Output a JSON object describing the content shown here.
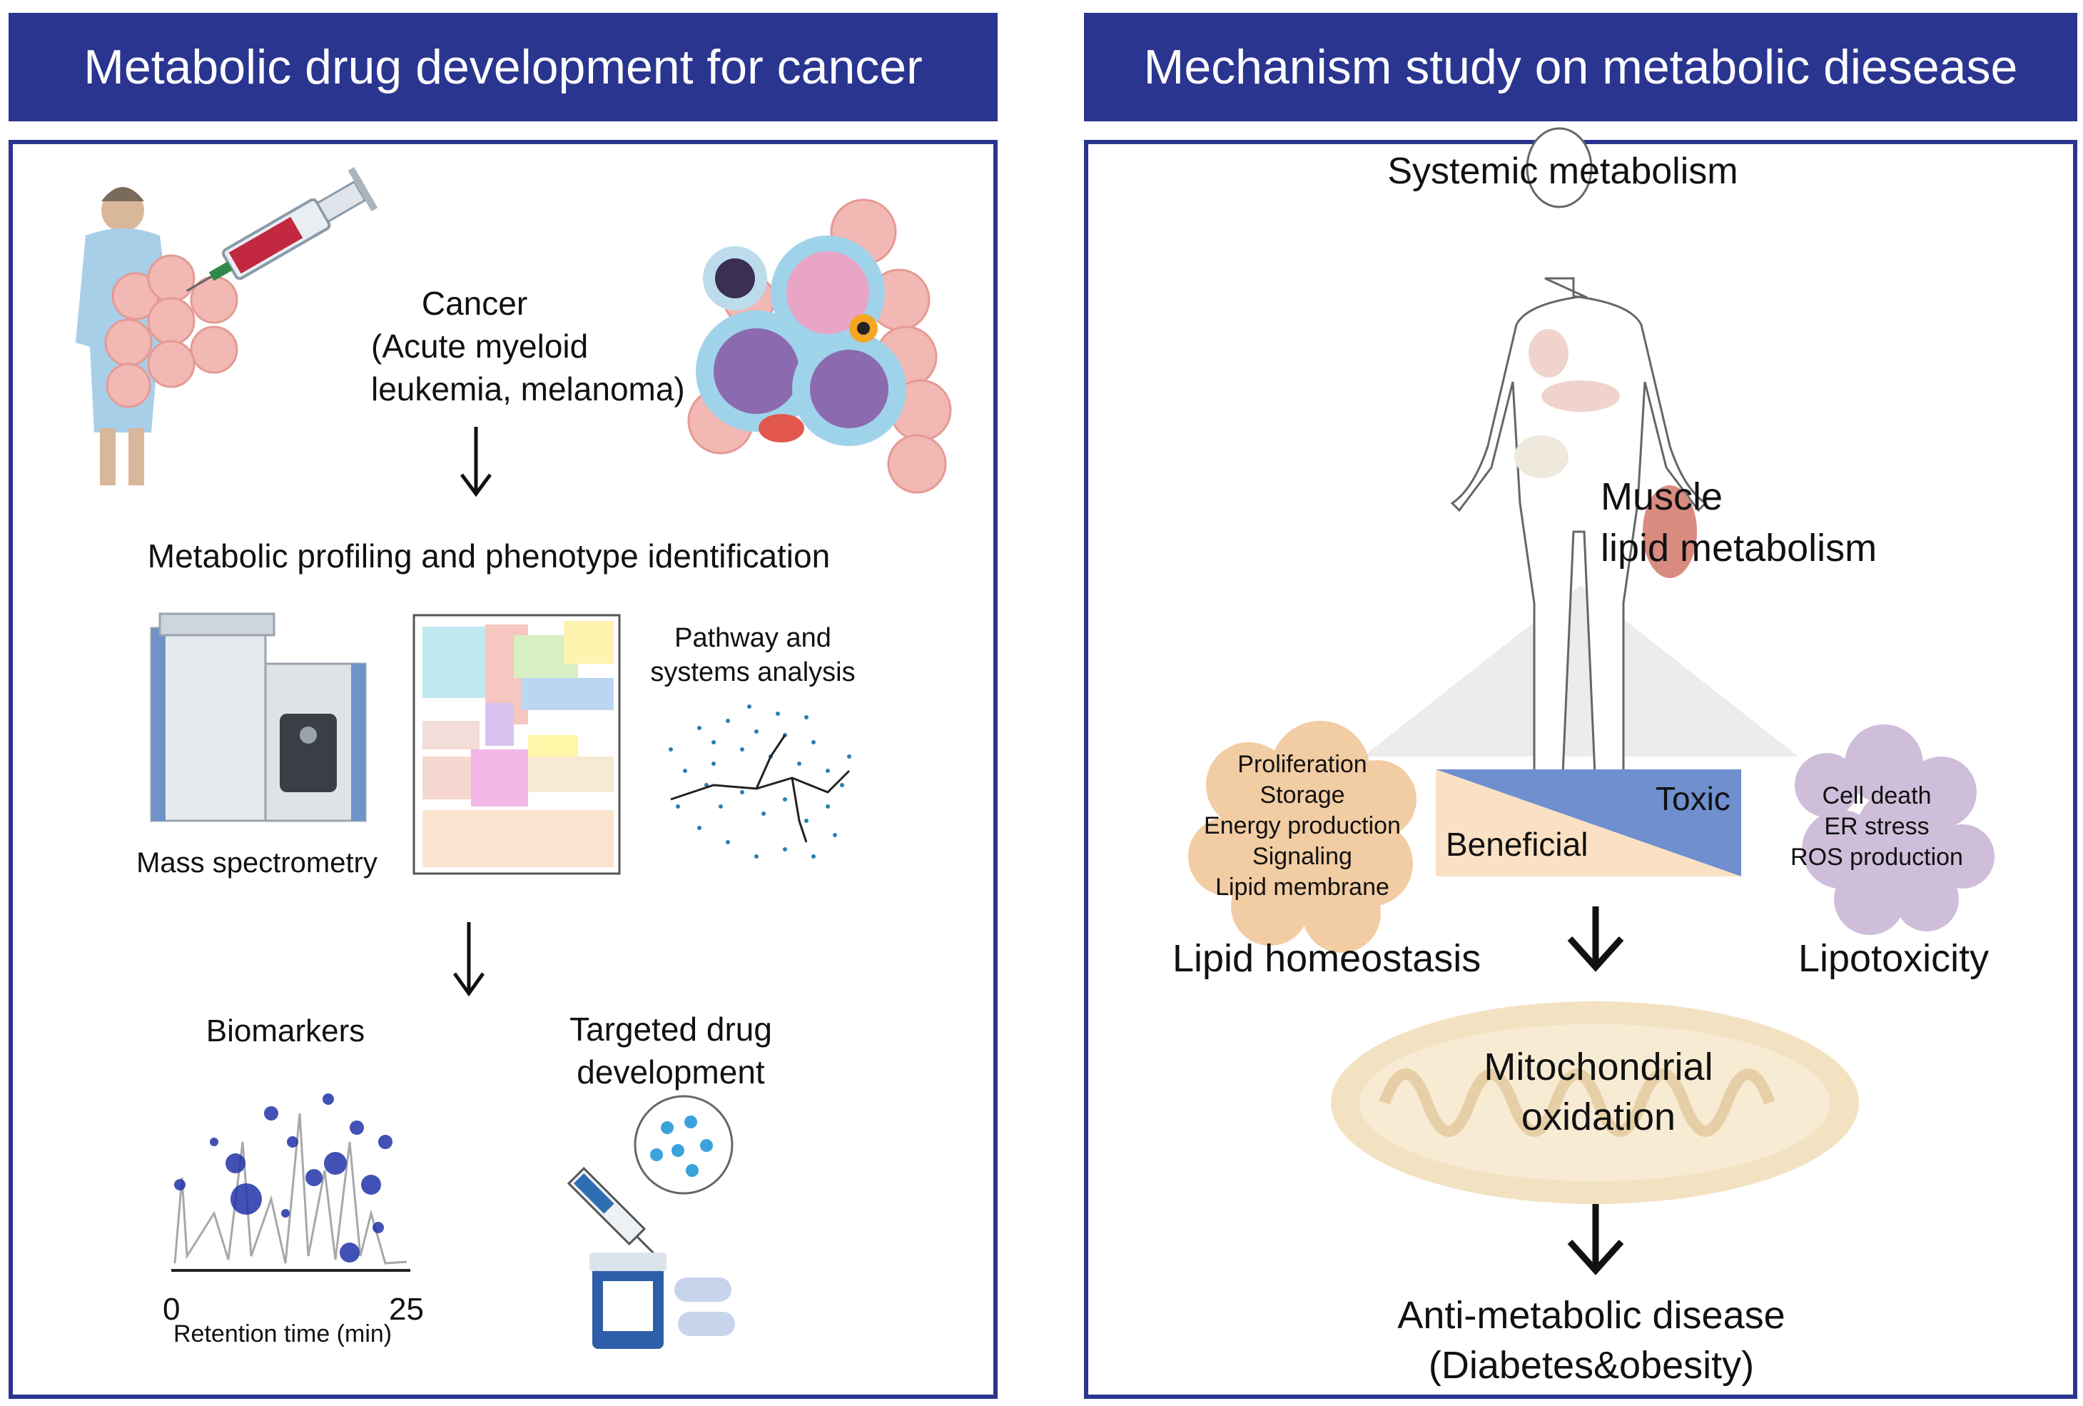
{
  "left": {
    "header": "Metabolic drug development for cancer",
    "cancer": {
      "line1": "Cancer",
      "line2": "(Acute myeloid",
      "line3": "leukemia, melanoma)"
    },
    "profiling_title": "Metabolic profiling and phenotype identification",
    "mass_spec_label": "Mass spectrometry",
    "pathway": {
      "line1": "Pathway and",
      "line2": "systems analysis"
    },
    "biomarkers": {
      "title": "Biomarkers",
      "x_min": "0",
      "x_max": "25",
      "x_label": "Retention time (min)"
    },
    "targeted": {
      "line1": "Targeted drug",
      "line2": "development"
    },
    "icons": [
      "patient-icon",
      "syringe-icon",
      "cancer-cells-icon",
      "blood-cells-icon",
      "mass-spectrometer-icon",
      "pathway-map-icon",
      "network-graph-icon",
      "chromatogram-icon",
      "drug-icon"
    ]
  },
  "right": {
    "header": "Mechanism study on metabolic diesease",
    "systemic": "Systemic metabolism",
    "muscle": {
      "line1": "Muscle",
      "line2": "lipid metabolism"
    },
    "homeostasis_items": [
      "Proliferation",
      "Storage",
      "Energy production",
      "Signaling",
      "Lipid membrane"
    ],
    "toxicity_items": [
      "Cell death",
      "ER stress",
      "ROS production"
    ],
    "toxic": "Toxic",
    "beneficial": "Beneficial",
    "lipid_homeostasis": "Lipid homeostasis",
    "lipotoxicity": "Lipotoxicity",
    "mito": {
      "line1": "Mitochondrial",
      "line2": "oxidation"
    },
    "outcome": {
      "line1": "Anti-metabolic disease",
      "line2": "(Diabetes&obesity)"
    },
    "icons": [
      "human-body-icon",
      "muscle-icon",
      "lipid-droplet-icon",
      "damaged-cell-icon",
      "mitochondrion-icon"
    ]
  },
  "colors": {
    "header_bg": "#2a3590",
    "toxic_blue": "#6f8fcf",
    "beneficial_peach": "#fbe1c4",
    "mito_beige": "#f3e2c2"
  }
}
